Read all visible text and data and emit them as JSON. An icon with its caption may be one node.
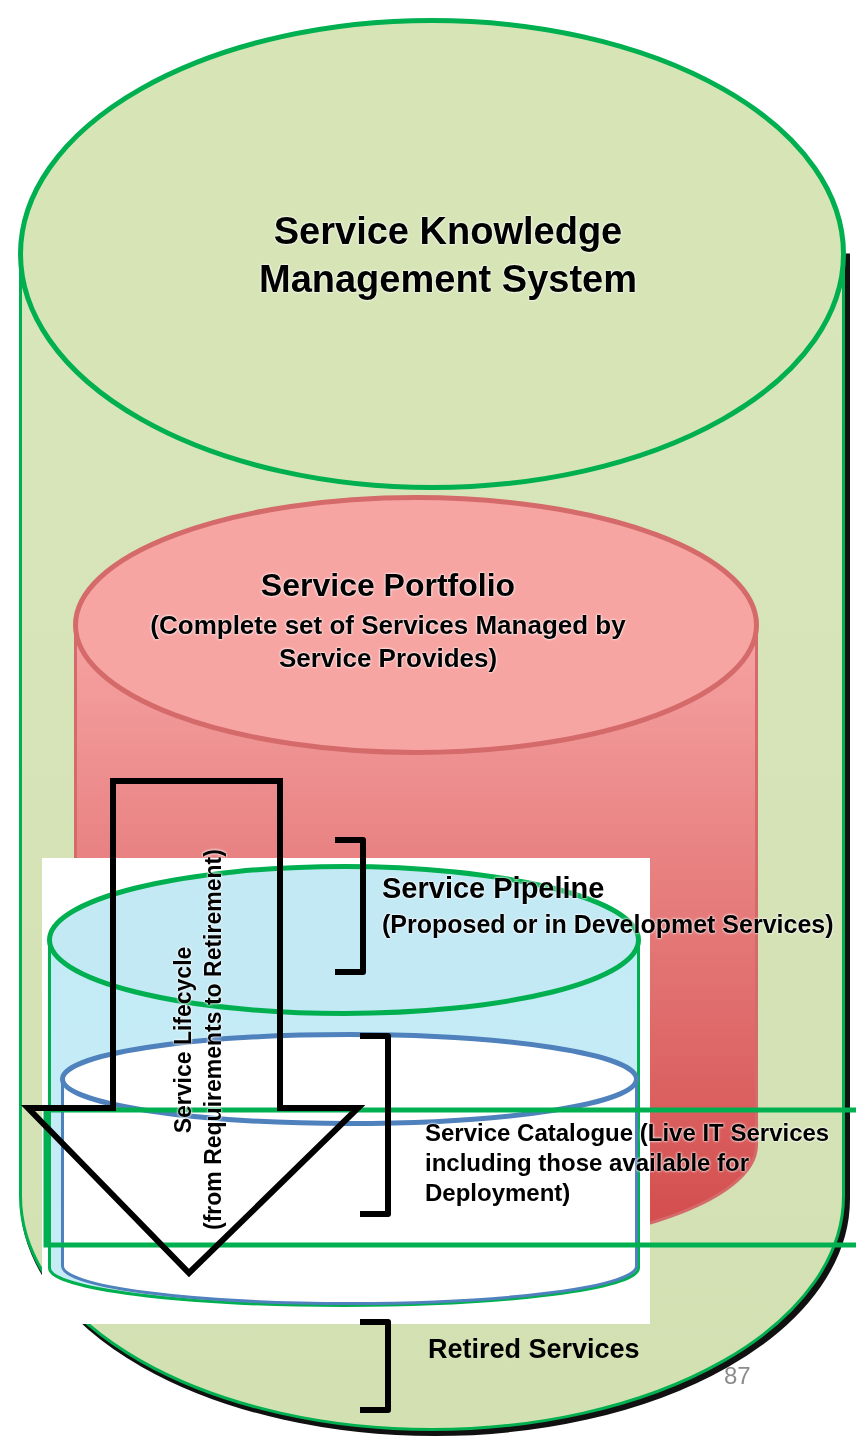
{
  "diagram": {
    "nodes": [
      {
        "text": [
          "Service Knowledge Management System"
        ]
      },
      {
        "text": [
          "Service Portfolio",
          "(Complete set of Services Managed by Service Provides)"
        ],
        "in": 0
      },
      {
        "text": [],
        "shape": "cylinder",
        "in": 0,
        "beside": [
          "Service Pipeline",
          "(Proposed or in Developmet Services)"
        ]
      },
      {
        "text": [
          "Service Catalogue (Live IT Services including those available for Deployment)"
        ],
        "in": 2
      },
      {
        "text": [
          "Service Lifecycle",
          "(from Requirements to Retirement)"
        ],
        "in": 0
      }
    ],
    "labels": [
      "Retired Services",
      "87"
    ]
  }
}
